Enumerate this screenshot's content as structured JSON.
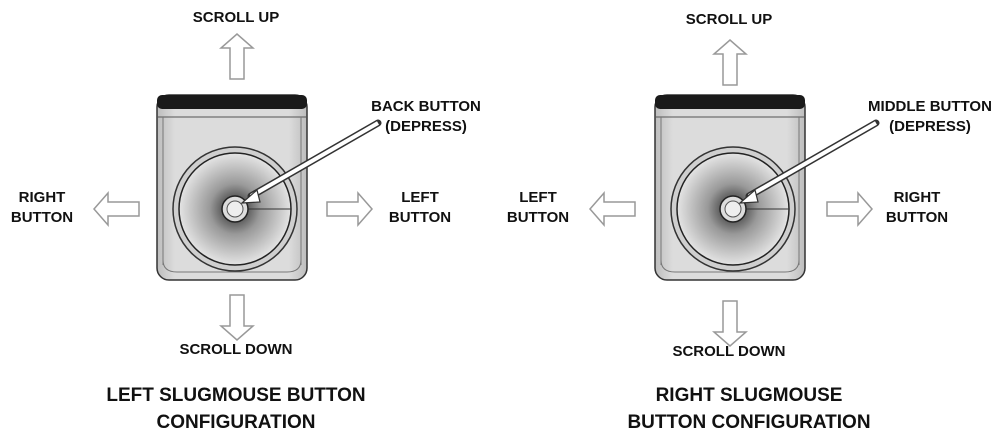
{
  "left": {
    "scroll_up": "SCROLL UP",
    "scroll_down": "SCROLL DOWN",
    "west": [
      "RIGHT",
      "BUTTON"
    ],
    "east": [
      "LEFT",
      "BUTTON"
    ],
    "callout": [
      "BACK BUTTON",
      "(DEPRESS)"
    ],
    "title": [
      "LEFT SLUGMOUSE BUTTON",
      "CONFIGURATION"
    ]
  },
  "right": {
    "scroll_up": "SCROLL UP",
    "scroll_down": "SCROLL DOWN",
    "west": [
      "LEFT",
      "BUTTON"
    ],
    "east": [
      "RIGHT",
      "BUTTON"
    ],
    "callout": [
      "MIDDLE BUTTON",
      "(DEPRESS)"
    ],
    "title": [
      "RIGHT SLUGMOUSE",
      "BUTTON CONFIGURATION"
    ]
  }
}
